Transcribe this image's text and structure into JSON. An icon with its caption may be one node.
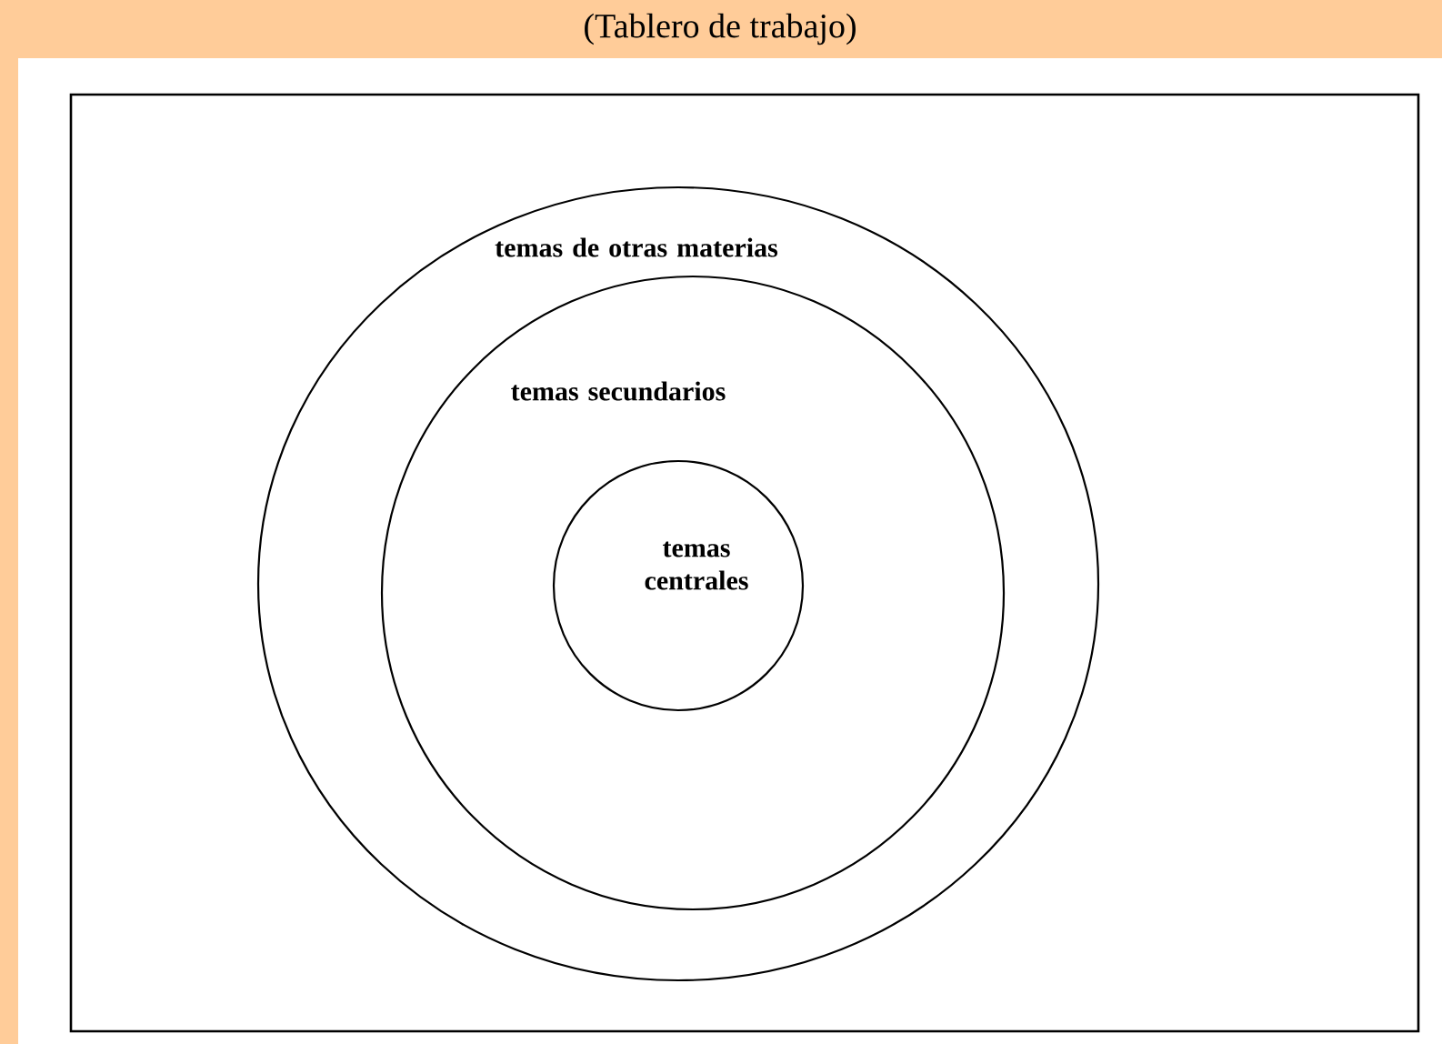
{
  "diagram": {
    "title": "(Tablero de trabajo)",
    "nodes": [
      {
        "text": [
          "temas de otras materias"
        ]
      },
      {
        "text": [
          "temas secundarios"
        ],
        "in": 0
      },
      {
        "text": [
          "temas centrales"
        ],
        "in": 1
      }
    ]
  }
}
